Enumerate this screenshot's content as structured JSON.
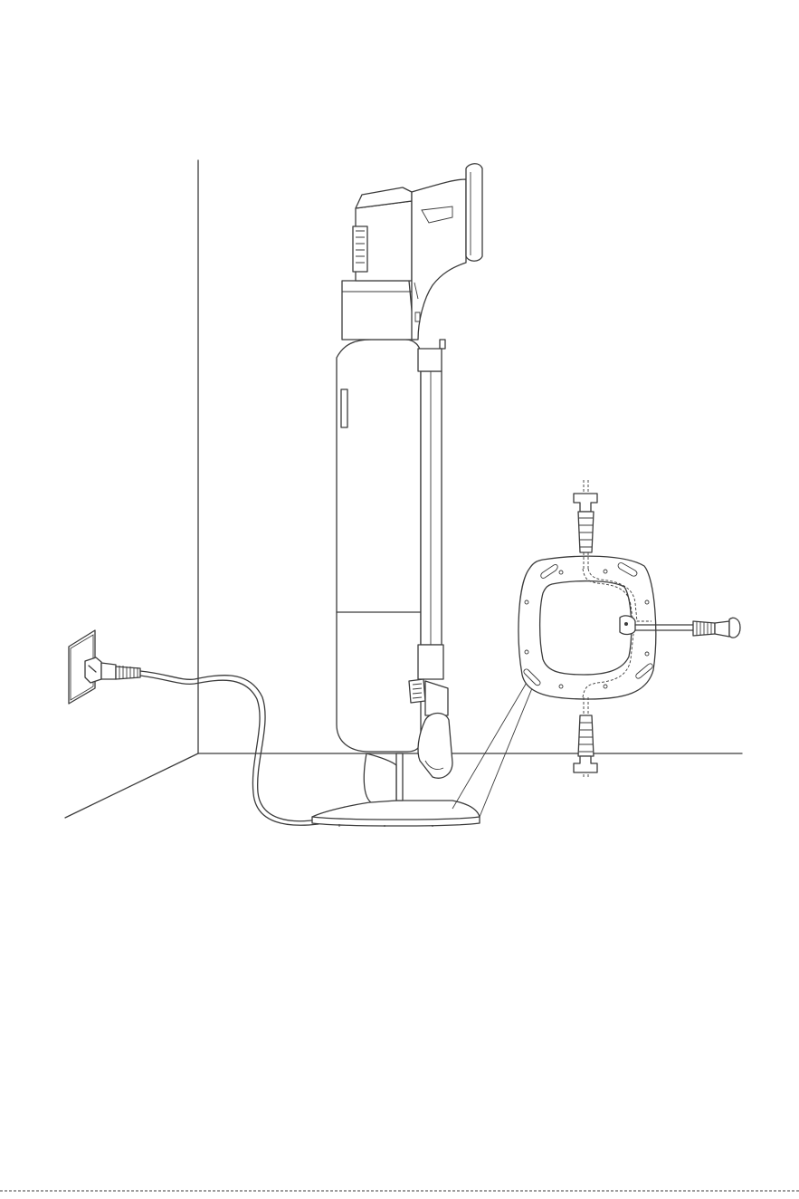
{
  "figure": {
    "subject": "stick-vacuum-on-charging-base",
    "scene": [
      "wall-corner",
      "power-outlet",
      "power-cord",
      "charging-base",
      "base-mount-detail",
      "wall-anchors",
      "mounting-screws"
    ],
    "colors": {
      "line": "#3b3b3b",
      "background": "#ffffff"
    }
  }
}
